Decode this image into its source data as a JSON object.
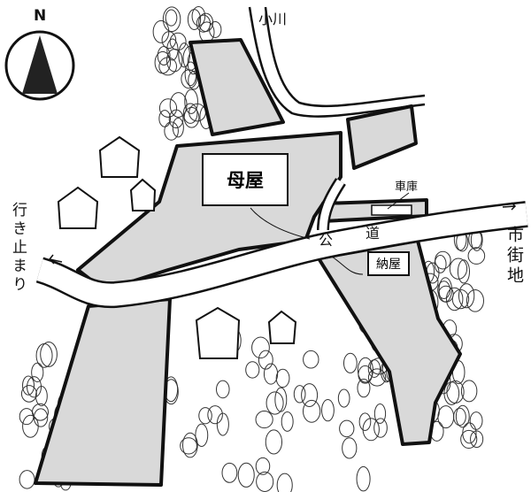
{
  "compass": {
    "label": "N",
    "colors": {
      "fill": "#222222",
      "ring": "#111111"
    }
  },
  "labels": {
    "stream": "小川",
    "main_house": "母屋",
    "garage": "車庫",
    "road_1": "公",
    "road_2": "道",
    "barn": "納屋",
    "dead_end": "行き止まり",
    "city_area": "市街地"
  },
  "colors": {
    "plot_fill": "#d9d9d9",
    "line": "#111111",
    "background": "#ffffff"
  }
}
